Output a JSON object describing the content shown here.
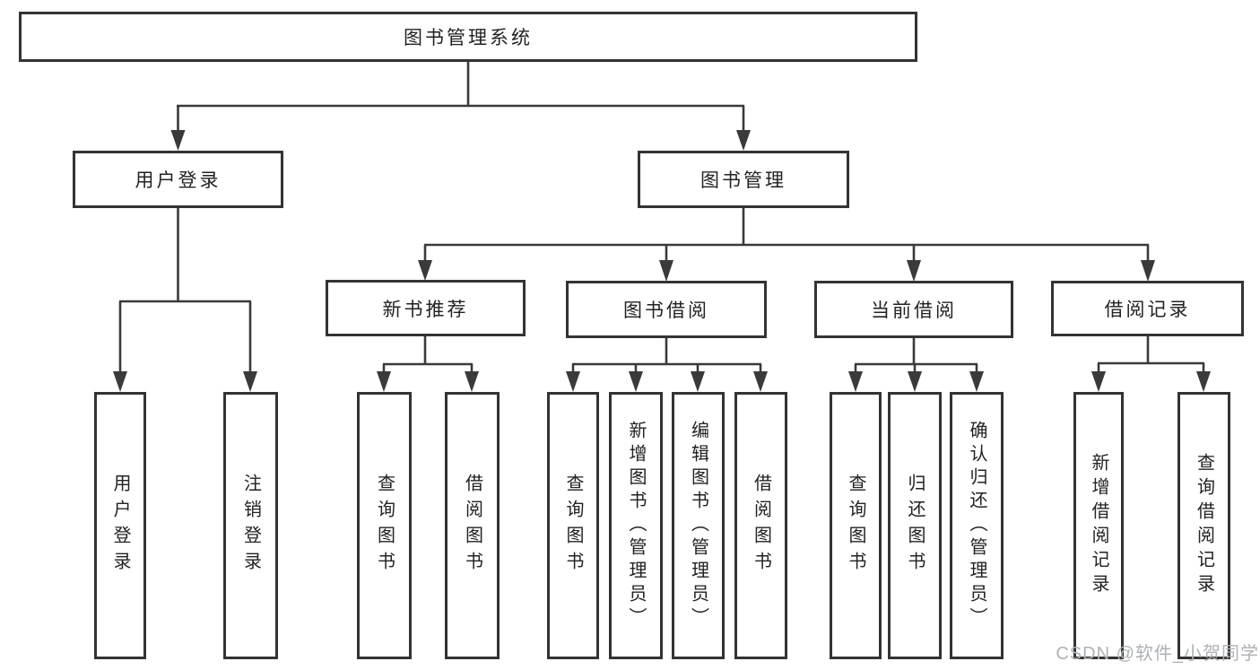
{
  "diagram": {
    "nodes": {
      "root": {
        "label": "图书管理系统"
      },
      "user_login": {
        "label": "用户登录"
      },
      "book_mgmt": {
        "label": "图书管理"
      },
      "new_book_rec": {
        "label": "新书推荐"
      },
      "book_borrow": {
        "label": "图书借阅"
      },
      "current_borrow": {
        "label": "当前借阅"
      },
      "borrow_record": {
        "label": "借阅记录"
      },
      "leaf_user_login": {
        "label": "用户登录"
      },
      "leaf_logout": {
        "label": "注销登录"
      },
      "leaf_query_book_rec": {
        "label": "查询图书"
      },
      "leaf_borrow_book_rec": {
        "label": "借阅图书"
      },
      "leaf_query_book_borrow": {
        "label": "查询图书"
      },
      "leaf_add_book_admin": {
        "label": "新增图书（管理员）"
      },
      "leaf_edit_book_admin": {
        "label": "编辑图书（管理员）"
      },
      "leaf_borrow_book_borrow": {
        "label": "借阅图书"
      },
      "leaf_query_book_current": {
        "label": "查询图书"
      },
      "leaf_return_book": {
        "label": "归还图书"
      },
      "leaf_confirm_return_admin": {
        "label": "确认归还（管理员）"
      },
      "leaf_add_borrow_record": {
        "label": "新增借阅记录"
      },
      "leaf_query_borrow_record": {
        "label": "查询借阅记录"
      }
    },
    "colors": {
      "line": "#3a3a3a",
      "box_border": "#333333",
      "text": "#222222",
      "watermark": "#aeb1b6",
      "background": "#ffffff"
    }
  },
  "watermark": {
    "text": "CSDN @软件_小贺同学"
  }
}
